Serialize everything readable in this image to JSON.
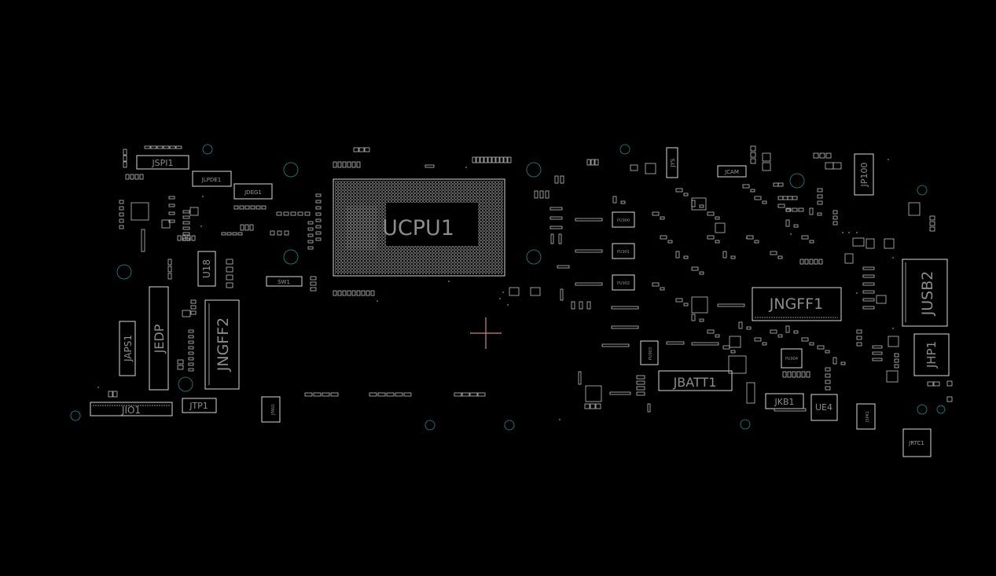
{
  "viewer": {
    "background": "#000000",
    "silkscreen_color": "#d8d8d8",
    "mounting_hole_color": "#1f6f6a",
    "cursor_color": "#c98585"
  },
  "designators": {
    "ucpu1": "UCPU1",
    "jngff1": "JNGFF1",
    "jngff2": "JNGFF2",
    "jusb2": "JUSB2",
    "jedp": "JEDP",
    "japs1": "JAPS1",
    "jio1": "JIO1",
    "jtp1": "JTP1",
    "jspi1": "JSPI1",
    "jlpde1": "JLPDE1",
    "jdeg1": "JDEG1",
    "u18": "U18",
    "sw1": "SW1",
    "jfan1": "JFAN1",
    "jbatt1": "JBATT1",
    "jkb1": "JKB1",
    "ue4": "UE4",
    "jhp1": "JHP1",
    "jp100": "JP100",
    "jcam": "JCAM",
    "jys": "JYS",
    "jspk1": "JSPK1",
    "jrtc1": "JRTC1",
    "pu900": "PU900",
    "pu901": "PU901",
    "pu902": "PU902",
    "pu903": "PU903",
    "pu904": "PU904"
  }
}
